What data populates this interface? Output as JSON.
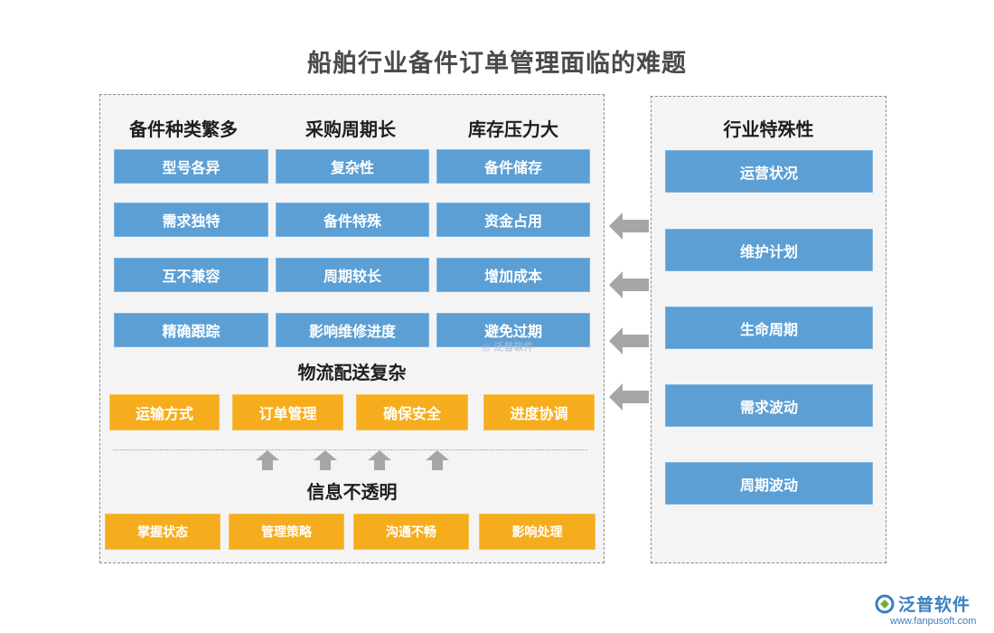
{
  "title": "船舶行业备件订单管理面临的难题",
  "columns": [
    {
      "header": "备件种类繁多",
      "items": [
        "型号各异",
        "需求独特",
        "互不兼容",
        "精确跟踪"
      ]
    },
    {
      "header": "采购周期长",
      "items": [
        "复杂性",
        "备件特殊",
        "周期较长",
        "影响维修进度"
      ]
    },
    {
      "header": "库存压力大",
      "items": [
        "备件储存",
        "资金占用",
        "增加成本",
        "避免过期"
      ]
    }
  ],
  "logistics": {
    "title": "物流配送复杂",
    "items": [
      "运输方式",
      "订单管理",
      "确保安全",
      "进度协调"
    ]
  },
  "information": {
    "title": "信息不透明",
    "items": [
      "掌握状态",
      "管理策略",
      "沟通不畅",
      "影响处理"
    ]
  },
  "industry": {
    "title": "行业特殊性",
    "items": [
      "运营状况",
      "维护计划",
      "生命周期",
      "需求波动",
      "周期波动"
    ]
  },
  "watermark": "泛普软件",
  "logo": {
    "name": "泛普软件",
    "url": "www.fanpusoft.com"
  },
  "colors": {
    "blue_box": "#5b9fd5",
    "orange_box": "#f6ad1d",
    "arrow": "#a6a6a6",
    "logo": "#3a7fc1"
  }
}
